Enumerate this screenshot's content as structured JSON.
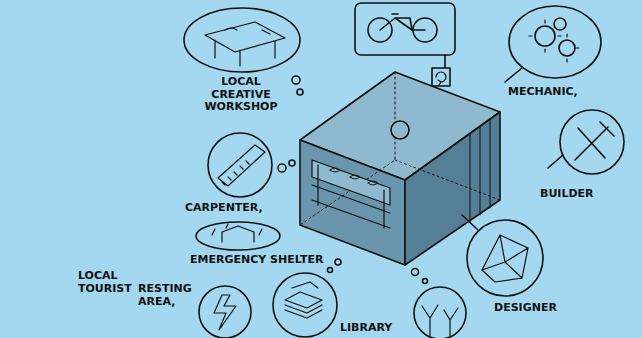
{
  "diagram": {
    "labels": [
      "LOCAL CREATIVE WORKSHOP",
      "MECHANIC,",
      "BUILDER",
      "CARPENTER,",
      "DESIGNER",
      "EMERGENCY SHELTER",
      "RESTING AREA,",
      "LOCAL TOURIST",
      "LIBRARY"
    ]
  }
}
